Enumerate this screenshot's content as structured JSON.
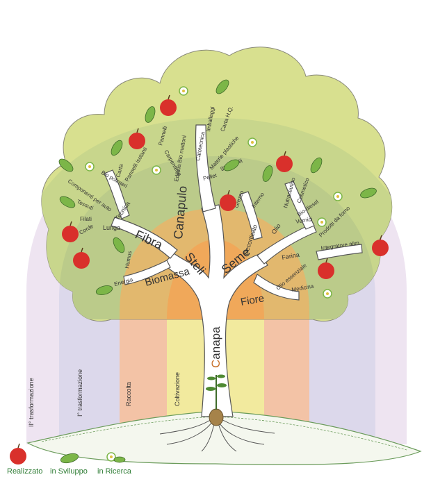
{
  "trunk": {
    "prefix": "C",
    "rest": "anapa"
  },
  "primary": {
    "steli": "Steli",
    "seme": "Seme",
    "fibra": "Fibra",
    "canapulo": "Canapulo",
    "biomassa": "Biomassa",
    "fiore": "Fiore",
    "decorticato": "Decorticato",
    "olio": "Olio",
    "farina": "Farina",
    "lunga": "Lunga",
    "tecnica": "Tecnica"
  },
  "uses": {
    "carta": "Carta",
    "bio_polimeri": "Bio polimeri",
    "componenti_auto": "Componenti per auto",
    "tessuti": "Tessuti",
    "filati": "Filati",
    "corde": "Corde",
    "pannelli_isolanti": "Pannelli isolanti",
    "carpenteria": "Carpenteria",
    "edilizia": "Edilizia Bio mattoni",
    "pannelli": "Pannelli",
    "catotecnica": "Catotecnica",
    "imballaggi": "Imballaggi",
    "carta_hq": "Carta H.Q.",
    "materie_plastiche": "Materie plastiche",
    "geotessili": "geotessili",
    "pellet": "Pellet",
    "humus": "Humus",
    "energia": "Energia",
    "grezzo": "Grezzo",
    "interno": "Interno",
    "nutraceutico": "Nutraceutico",
    "cosmetico": "Cosmetico",
    "bio_diesel": "Bio-diesel",
    "vernici": "Vernici",
    "prodotti_forno": "Prodotti da forno",
    "integratore": "Integratore alim.",
    "olio_essenziale": "Olio essenziale",
    "medicina": "Medicina"
  },
  "stages": {
    "coltivazione": "Coltivazione",
    "raccolta": "Raccolta",
    "prima_trasformazione": "I° trasformazione",
    "seconda_trasformazione": "II° trasformazione"
  },
  "legend": {
    "realizzato": "Realizzato",
    "sviluppo": "in Sviluppo",
    "ricerca": "in Ricerca"
  },
  "colors": {
    "canopy": "#c9d98a",
    "canopy_top": "#dfe59a",
    "arc_outer": "#e6d9ec",
    "arc_mid": "#d7d3e6",
    "arc_inner": "#f3c9a8",
    "arc_core": "#f5b76a",
    "arc_center": "#f1e79a",
    "apple": "#d9302b",
    "leaf": "#7cb648",
    "accent_c": "#c8712a"
  },
  "icons": {
    "realizzato": "apple-icon",
    "sviluppo": "leaf-icon",
    "ricerca": "flower-icon"
  }
}
